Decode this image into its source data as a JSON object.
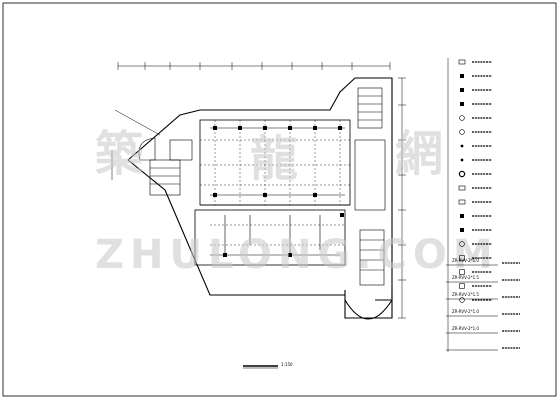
{
  "drawing": {
    "scale_note": "1:150",
    "watermark": {
      "glyphs": [
        "築",
        "龍",
        "網"
      ],
      "text": "ZHULONG.COM"
    },
    "legend": {
      "symbols": [
        {
          "icon": "rect-outline-icon"
        },
        {
          "icon": "filled-square-icon"
        },
        {
          "icon": "filled-square-icon"
        },
        {
          "icon": "filled-square-icon"
        },
        {
          "icon": "circle-icon"
        },
        {
          "icon": "circle-icon"
        },
        {
          "icon": "small-circle-icon"
        },
        {
          "icon": "small-circle-icon"
        },
        {
          "icon": "double-circle-icon"
        },
        {
          "icon": "rect-outline-icon"
        },
        {
          "icon": "rect-outline-icon"
        },
        {
          "icon": "filled-square-icon"
        },
        {
          "icon": "filled-square-icon"
        },
        {
          "icon": "circle-icon"
        },
        {
          "icon": "square-icon"
        },
        {
          "icon": "square-icon"
        },
        {
          "icon": "square-icon"
        },
        {
          "icon": "circle-icon"
        }
      ],
      "cables": [
        {
          "code": "ZR-RVV-2*1.0"
        },
        {
          "code": "ZR-RVV-2*1.5"
        },
        {
          "code": "ZR-RVV-2*1.5"
        },
        {
          "code": "ZR-RVV-2*1.0"
        },
        {
          "code": "ZR-RVV-2*1.0"
        },
        {
          "code": ""
        }
      ]
    }
  },
  "colors": {
    "line": "#000000",
    "background": "#ffffff",
    "watermark": "#c8c8c8"
  }
}
